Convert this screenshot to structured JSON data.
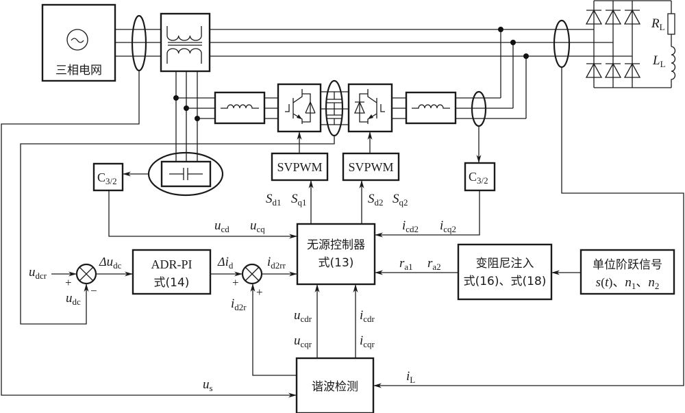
{
  "blocks": {
    "grid_label": "三相电网",
    "svpwm_1": "SVPWM",
    "svpwm_2": "SVPWM",
    "clarke_left": {
      "main": "C",
      "sub": "3/2"
    },
    "clarke_right": {
      "main": "C",
      "sub": "3/2"
    },
    "controller": {
      "line1": "无源控制器",
      "line2": "式(13)"
    },
    "adr_pi": {
      "line1": "ADR-PI",
      "line2": "式(14)"
    },
    "damping": {
      "line1": "变阻尼注入",
      "line2": "式(16)、式(18)"
    },
    "step_signal": {
      "line1": "单位阶跃信号",
      "s": "s",
      "paren_open": "(",
      "t": "t",
      "sep1": ")、",
      "n_a": "n",
      "n1_sub": "1",
      "sep2": "、",
      "n_b": "n",
      "n2_sub": "2"
    },
    "harmonic": "谐波检测",
    "load_r": {
      "var": "R",
      "sub": "L"
    },
    "load_l": {
      "var": "L",
      "sub": "L"
    }
  },
  "signals": {
    "s_d1": {
      "var": "S",
      "sub": "d1"
    },
    "s_q1": {
      "var": "S",
      "sub": "q1"
    },
    "s_d2": {
      "var": "S",
      "sub": "d2"
    },
    "s_q2": {
      "var": "S",
      "sub": "q2"
    },
    "u_cd": {
      "var": "u",
      "sub": "cd"
    },
    "u_cq": {
      "var": "u",
      "sub": "cq"
    },
    "i_cd2": {
      "var": "i",
      "sub": "cd2"
    },
    "i_cq2": {
      "var": "i",
      "sub": "cq2"
    },
    "r_a1": {
      "var": "r",
      "sub": "a1"
    },
    "r_a2": {
      "var": "r",
      "sub": "a2"
    },
    "u_dcr": {
      "var": "u",
      "sub": "dcr"
    },
    "u_dc": {
      "var": "u",
      "sub": "dc"
    },
    "delta_u_dc": {
      "prefix": "Δ",
      "var": "u",
      "sub": "dc"
    },
    "delta_i_d": {
      "prefix": "Δ",
      "var": "i",
      "sub": "d"
    },
    "i_d2rr": {
      "var": "i",
      "sub": "d2rr"
    },
    "i_d2r": {
      "var": "i",
      "sub": "d2r"
    },
    "u_cdr": {
      "var": "u",
      "sub": "cdr"
    },
    "u_cqr": {
      "var": "u",
      "sub": "cqr"
    },
    "i_cdr": {
      "var": "i",
      "sub": "cdr"
    },
    "i_cqr": {
      "var": "i",
      "sub": "cqr"
    },
    "i_L": {
      "var": "i",
      "sub": "L"
    },
    "u_s": {
      "var": "u",
      "sub": "s"
    }
  },
  "signs": {
    "sum1_ref": "+",
    "sum1_fb": "−",
    "sum2_in": "+",
    "sum2_ref": "+"
  },
  "icons": {
    "ac_source": "sine-wave-circle",
    "transformer": "transformer",
    "inductor": "inductor",
    "igbt": "igbt-with-diode",
    "capacitor": "capacitor",
    "diode": "diode",
    "summing_junction": "circle-x"
  }
}
